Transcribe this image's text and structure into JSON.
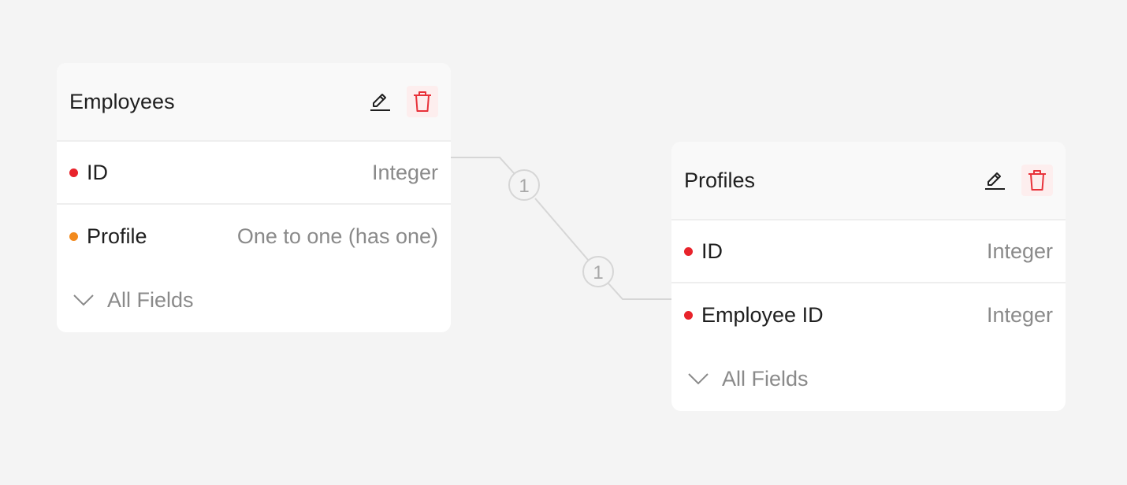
{
  "colors": {
    "primary_key": "#e8232b",
    "relation": "#f28a1e",
    "delete": "#e8323a",
    "connector": "#d6d6d6",
    "badge_text": "#a8a8a8"
  },
  "relation": {
    "source_cardinality": "1",
    "target_cardinality": "1"
  },
  "tables": [
    {
      "title": "Employees",
      "edit_icon": "pencil-icon",
      "delete_icon": "trash-icon",
      "fields": [
        {
          "name": "ID",
          "type": "Integer",
          "dot": "primary_key"
        },
        {
          "name": "Profile",
          "type": "One to one (has one)",
          "dot": "relation"
        }
      ],
      "all_fields_label": "All Fields",
      "all_fields_icon": "chevron-down-icon"
    },
    {
      "title": "Profiles",
      "edit_icon": "pencil-icon",
      "delete_icon": "trash-icon",
      "fields": [
        {
          "name": "ID",
          "type": "Integer",
          "dot": "primary_key"
        },
        {
          "name": "Employee ID",
          "type": "Integer",
          "dot": "primary_key"
        }
      ],
      "all_fields_label": "All Fields",
      "all_fields_icon": "chevron-down-icon"
    }
  ]
}
